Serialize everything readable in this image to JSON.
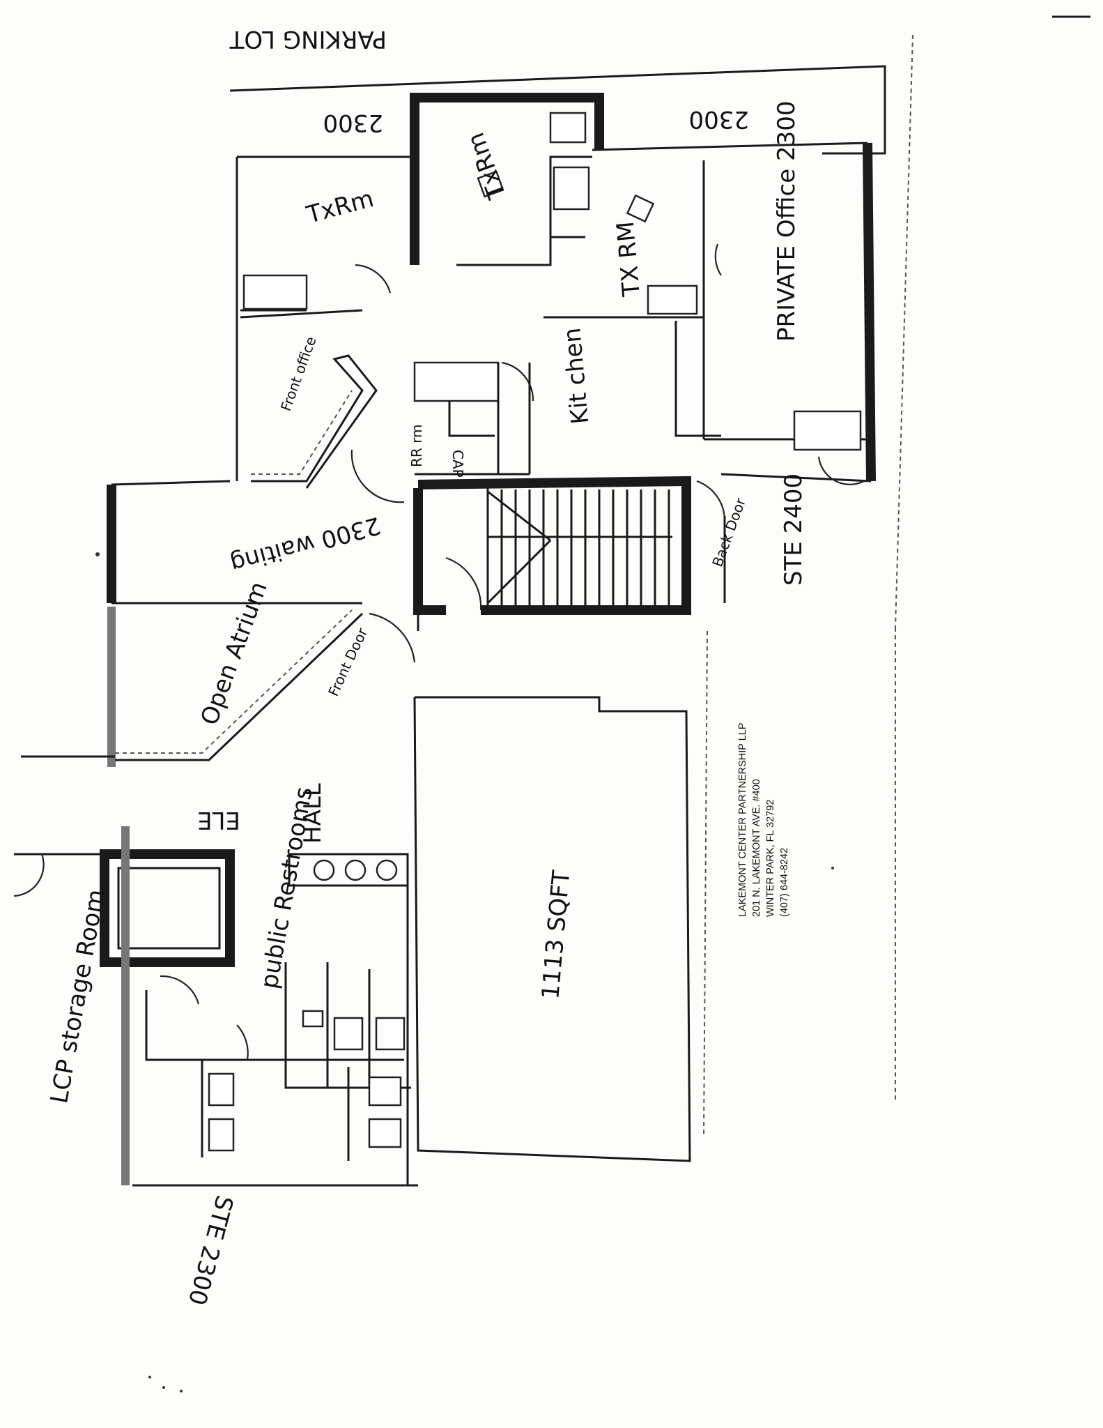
{
  "labels": {
    "parking_lot": "PARKING LOT",
    "suite_top_left": "2300",
    "suite_top_right": "2300",
    "tx_rm_1": "TxRm",
    "tx_rm_2": "TxRm",
    "tx_rm_3": "TX RM",
    "front_office": "Front office",
    "kit_chen": "Kit chen",
    "rr_rm": "RR rm",
    "private_office": "PRIVATE Office 2300",
    "waiting": "2300 waiting",
    "back_door": "Back Door",
    "ste_2400": "STE 2400",
    "open_atrium": "Open Atrium",
    "front_door": "Front Door",
    "hall": "HALL",
    "ele": "ELE",
    "public_restrooms": "public Restrooms",
    "sq_ft": "1113 SQFT",
    "lcp_storage": "LCP storage Room",
    "ste_2300": "STE 2300",
    "cap": "CAP"
  },
  "company": {
    "name": "LAKEMONT CENTER PARTNERSHIP LLP",
    "address": "201 N. LAKEMONT AVE. #400",
    "city": "WINTER PARK, FL 32792",
    "phone": "(407) 644-8242"
  }
}
